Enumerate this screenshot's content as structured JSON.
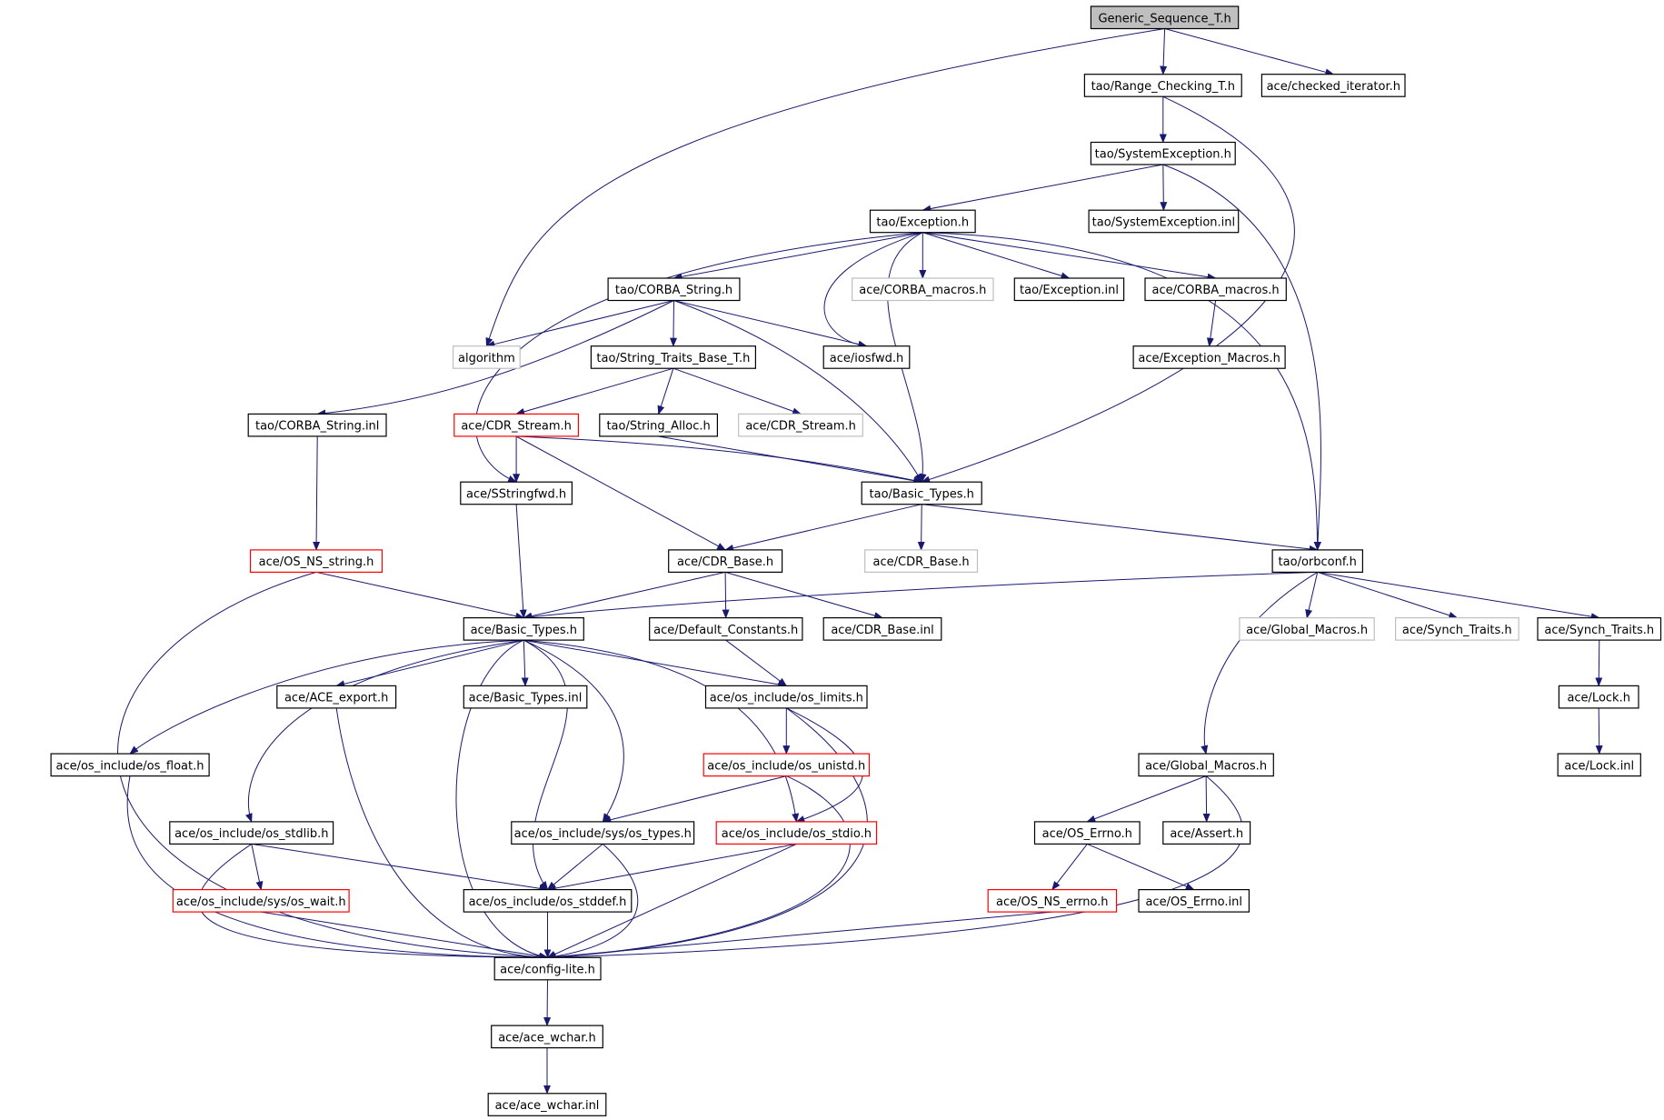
{
  "colors": {
    "edge": "#191970",
    "normal_border": "#000000",
    "red_border": "#ff0000",
    "gray_border": "#bfbfbf",
    "root_fill": "#bfbfbf",
    "fill": "#ffffff"
  },
  "nodes": [
    {
      "id": "generic_sequence_t_h",
      "label": "Generic_Sequence_T.h",
      "style": "root"
    },
    {
      "id": "tao_range_checking_t_h",
      "label": "tao/Range_Checking_T.h",
      "style": "normal"
    },
    {
      "id": "ace_checked_iterator_h",
      "label": "ace/checked_iterator.h",
      "style": "normal"
    },
    {
      "id": "tao_systemexception_h",
      "label": "tao/SystemException.h",
      "style": "normal"
    },
    {
      "id": "tao_exception_h",
      "label": "tao/Exception.h",
      "style": "normal"
    },
    {
      "id": "tao_systemexception_inl",
      "label": "tao/SystemException.inl",
      "style": "normal"
    },
    {
      "id": "tao_corba_string_h",
      "label": "tao/CORBA_String.h",
      "style": "normal"
    },
    {
      "id": "ace_corba_macros_h_gray",
      "label": "ace/CORBA_macros.h",
      "style": "gray"
    },
    {
      "id": "tao_exception_inl",
      "label": "tao/Exception.inl",
      "style": "normal"
    },
    {
      "id": "ace_corba_macros_h",
      "label": "ace/CORBA_macros.h",
      "style": "normal"
    },
    {
      "id": "algorithm",
      "label": "algorithm",
      "style": "gray"
    },
    {
      "id": "tao_string_traits_base_t_h",
      "label": "tao/String_Traits_Base_T.h",
      "style": "normal"
    },
    {
      "id": "ace_iosfwd_h",
      "label": "ace/iosfwd.h",
      "style": "normal"
    },
    {
      "id": "ace_exception_macros_h",
      "label": "ace/Exception_Macros.h",
      "style": "normal"
    },
    {
      "id": "tao_corba_string_inl",
      "label": "tao/CORBA_String.inl",
      "style": "normal"
    },
    {
      "id": "ace_cdr_stream_h_red",
      "label": "ace/CDR_Stream.h",
      "style": "red"
    },
    {
      "id": "tao_string_alloc_h",
      "label": "tao/String_Alloc.h",
      "style": "normal"
    },
    {
      "id": "ace_cdr_stream_h_gray",
      "label": "ace/CDR_Stream.h",
      "style": "gray"
    },
    {
      "id": "ace_sstringfwd_h",
      "label": "ace/SStringfwd.h",
      "style": "normal"
    },
    {
      "id": "tao_basic_types_h",
      "label": "tao/Basic_Types.h",
      "style": "normal"
    },
    {
      "id": "ace_os_ns_string_h",
      "label": "ace/OS_NS_string.h",
      "style": "red"
    },
    {
      "id": "ace_cdr_base_h",
      "label": "ace/CDR_Base.h",
      "style": "normal"
    },
    {
      "id": "ace_cdr_base_h_gray",
      "label": "ace/CDR_Base.h",
      "style": "gray"
    },
    {
      "id": "tao_orbconf_h",
      "label": "tao/orbconf.h",
      "style": "normal"
    },
    {
      "id": "ace_basic_types_h",
      "label": "ace/Basic_Types.h",
      "style": "normal"
    },
    {
      "id": "ace_default_constants_h",
      "label": "ace/Default_Constants.h",
      "style": "normal"
    },
    {
      "id": "ace_cdr_base_inl",
      "label": "ace/CDR_Base.inl",
      "style": "normal"
    },
    {
      "id": "ace_global_macros_h_gray",
      "label": "ace/Global_Macros.h",
      "style": "gray"
    },
    {
      "id": "ace_synch_traits_h_gray",
      "label": "ace/Synch_Traits.h",
      "style": "gray"
    },
    {
      "id": "ace_synch_traits_h",
      "label": "ace/Synch_Traits.h",
      "style": "normal"
    },
    {
      "id": "ace_ace_export_h",
      "label": "ace/ACE_export.h",
      "style": "normal"
    },
    {
      "id": "ace_basic_types_inl",
      "label": "ace/Basic_Types.inl",
      "style": "normal"
    },
    {
      "id": "ace_os_include_os_limits_h",
      "label": "ace/os_include/os_limits.h",
      "style": "normal"
    },
    {
      "id": "ace_lock_h",
      "label": "ace/Lock.h",
      "style": "normal"
    },
    {
      "id": "ace_os_include_os_float_h",
      "label": "ace/os_include/os_float.h",
      "style": "normal"
    },
    {
      "id": "ace_os_include_os_unistd_h",
      "label": "ace/os_include/os_unistd.h",
      "style": "red"
    },
    {
      "id": "ace_global_macros_h",
      "label": "ace/Global_Macros.h",
      "style": "normal"
    },
    {
      "id": "ace_lock_inl",
      "label": "ace/Lock.inl",
      "style": "normal"
    },
    {
      "id": "ace_os_include_os_stdlib_h",
      "label": "ace/os_include/os_stdlib.h",
      "style": "normal"
    },
    {
      "id": "ace_os_include_sys_os_types_h",
      "label": "ace/os_include/sys/os_types.h",
      "style": "normal"
    },
    {
      "id": "ace_os_include_os_stdio_h",
      "label": "ace/os_include/os_stdio.h",
      "style": "red"
    },
    {
      "id": "ace_os_errno_h",
      "label": "ace/OS_Errno.h",
      "style": "normal"
    },
    {
      "id": "ace_assert_h",
      "label": "ace/Assert.h",
      "style": "normal"
    },
    {
      "id": "ace_os_include_sys_os_wait_h",
      "label": "ace/os_include/sys/os_wait.h",
      "style": "red"
    },
    {
      "id": "ace_os_include_os_stddef_h",
      "label": "ace/os_include/os_stddef.h",
      "style": "normal"
    },
    {
      "id": "ace_os_ns_errno_h",
      "label": "ace/OS_NS_errno.h",
      "style": "red"
    },
    {
      "id": "ace_os_errno_inl",
      "label": "ace/OS_Errno.inl",
      "style": "normal"
    },
    {
      "id": "ace_config_lite_h",
      "label": "ace/config-lite.h",
      "style": "normal"
    },
    {
      "id": "ace_ace_wchar_h",
      "label": "ace/ace_wchar.h",
      "style": "normal"
    },
    {
      "id": "ace_ace_wchar_inl",
      "label": "ace/ace_wchar.inl",
      "style": "normal"
    }
  ],
  "edges": [
    [
      "generic_sequence_t_h",
      "tao_range_checking_t_h"
    ],
    [
      "generic_sequence_t_h",
      "ace_checked_iterator_h"
    ],
    [
      "generic_sequence_t_h",
      "algorithm"
    ],
    [
      "tao_range_checking_t_h",
      "tao_systemexception_h"
    ],
    [
      "tao_range_checking_t_h",
      "tao_basic_types_h"
    ],
    [
      "tao_systemexception_h",
      "tao_exception_h"
    ],
    [
      "tao_systemexception_h",
      "tao_systemexception_inl"
    ],
    [
      "tao_systemexception_h",
      "tao_orbconf_h"
    ],
    [
      "tao_exception_h",
      "tao_corba_string_h"
    ],
    [
      "tao_exception_h",
      "ace_corba_macros_h_gray"
    ],
    [
      "tao_exception_h",
      "tao_exception_inl"
    ],
    [
      "tao_exception_h",
      "ace_corba_macros_h"
    ],
    [
      "tao_exception_h",
      "ace_iosfwd_h"
    ],
    [
      "tao_exception_h",
      "ace_sstringfwd_h"
    ],
    [
      "tao_exception_h",
      "tao_basic_types_h"
    ],
    [
      "tao_exception_h",
      "tao_orbconf_h"
    ],
    [
      "tao_corba_string_h",
      "algorithm"
    ],
    [
      "tao_corba_string_h",
      "tao_string_traits_base_t_h"
    ],
    [
      "tao_corba_string_h",
      "ace_iosfwd_h"
    ],
    [
      "tao_corba_string_h",
      "tao_corba_string_inl"
    ],
    [
      "tao_corba_string_h",
      "tao_basic_types_h"
    ],
    [
      "ace_corba_macros_h",
      "ace_exception_macros_h"
    ],
    [
      "tao_string_traits_base_t_h",
      "ace_cdr_stream_h_red"
    ],
    [
      "tao_string_traits_base_t_h",
      "tao_string_alloc_h"
    ],
    [
      "tao_string_traits_base_t_h",
      "ace_cdr_stream_h_gray"
    ],
    [
      "tao_corba_string_inl",
      "ace_os_ns_string_h"
    ],
    [
      "ace_cdr_stream_h_red",
      "ace_sstringfwd_h"
    ],
    [
      "ace_cdr_stream_h_red",
      "ace_cdr_base_h"
    ],
    [
      "tao_string_alloc_h",
      "tao_basic_types_h"
    ],
    [
      "ace_sstringfwd_h",
      "ace_basic_types_h"
    ],
    [
      "tao_basic_types_h",
      "ace_cdr_base_h"
    ],
    [
      "tao_basic_types_h",
      "ace_cdr_base_h_gray"
    ],
    [
      "tao_basic_types_h",
      "tao_orbconf_h"
    ],
    [
      "ace_os_ns_string_h",
      "ace_basic_types_h"
    ],
    [
      "ace_os_ns_string_h",
      "ace_config_lite_h"
    ],
    [
      "ace_cdr_base_h",
      "ace_basic_types_h"
    ],
    [
      "ace_cdr_base_h",
      "ace_default_constants_h"
    ],
    [
      "ace_cdr_base_h",
      "ace_cdr_base_inl"
    ],
    [
      "tao_orbconf_h",
      "ace_basic_types_h"
    ],
    [
      "tao_orbconf_h",
      "ace_global_macros_h_gray"
    ],
    [
      "tao_orbconf_h",
      "ace_synch_traits_h_gray"
    ],
    [
      "tao_orbconf_h",
      "ace_synch_traits_h"
    ],
    [
      "tao_orbconf_h",
      "ace_global_macros_h"
    ],
    [
      "ace_basic_types_h",
      "ace_ace_export_h"
    ],
    [
      "ace_basic_types_h",
      "ace_basic_types_inl"
    ],
    [
      "ace_basic_types_h",
      "ace_os_include_os_limits_h"
    ],
    [
      "ace_basic_types_h",
      "ace_os_include_os_float_h"
    ],
    [
      "ace_basic_types_h",
      "ace_os_include_os_stdlib_h"
    ],
    [
      "ace_basic_types_h",
      "ace_os_include_sys_os_types_h"
    ],
    [
      "ace_basic_types_h",
      "ace_os_include_os_stddef_h"
    ],
    [
      "ace_basic_types_h",
      "ace_config_lite_h"
    ],
    [
      "ace_default_constants_h",
      "ace_os_include_os_limits_h"
    ],
    [
      "ace_synch_traits_h",
      "ace_lock_h"
    ],
    [
      "ace_ace_export_h",
      "ace_config_lite_h"
    ],
    [
      "ace_os_include_os_limits_h",
      "ace_os_include_os_unistd_h"
    ],
    [
      "ace_os_include_os_limits_h",
      "ace_os_include_os_stdio_h"
    ],
    [
      "ace_os_include_os_limits_h",
      "ace_config_lite_h"
    ],
    [
      "ace_lock_h",
      "ace_lock_inl"
    ],
    [
      "ace_os_include_os_float_h",
      "ace_config_lite_h"
    ],
    [
      "ace_os_include_os_unistd_h",
      "ace_os_include_sys_os_types_h"
    ],
    [
      "ace_os_include_os_unistd_h",
      "ace_config_lite_h"
    ],
    [
      "ace_global_macros_h",
      "ace_os_errno_h"
    ],
    [
      "ace_global_macros_h",
      "ace_assert_h"
    ],
    [
      "ace_global_macros_h",
      "ace_config_lite_h"
    ],
    [
      "ace_os_include_os_stdlib_h",
      "ace_os_include_sys_os_wait_h"
    ],
    [
      "ace_os_include_os_stdlib_h",
      "ace_os_include_os_stddef_h"
    ],
    [
      "ace_os_include_os_stdlib_h",
      "ace_config_lite_h"
    ],
    [
      "ace_os_include_sys_os_types_h",
      "ace_os_include_os_stddef_h"
    ],
    [
      "ace_os_include_sys_os_types_h",
      "ace_config_lite_h"
    ],
    [
      "ace_os_include_os_stdio_h",
      "ace_os_include_os_stddef_h"
    ],
    [
      "ace_os_include_os_stdio_h",
      "ace_config_lite_h"
    ],
    [
      "ace_os_errno_h",
      "ace_os_ns_errno_h"
    ],
    [
      "ace_os_errno_h",
      "ace_os_errno_inl"
    ],
    [
      "ace_os_include_sys_os_wait_h",
      "ace_config_lite_h"
    ],
    [
      "ace_os_include_os_stddef_h",
      "ace_config_lite_h"
    ],
    [
      "ace_os_ns_errno_h",
      "ace_config_lite_h"
    ],
    [
      "ace_config_lite_h",
      "ace_ace_wchar_h"
    ],
    [
      "ace_ace_wchar_h",
      "ace_ace_wchar_inl"
    ],
    [
      "ace_basic_types_h",
      "ace_os_include_os_stdio_h"
    ],
    [
      "ace_cdr_stream_h_red",
      "tao_basic_types_h"
    ]
  ]
}
